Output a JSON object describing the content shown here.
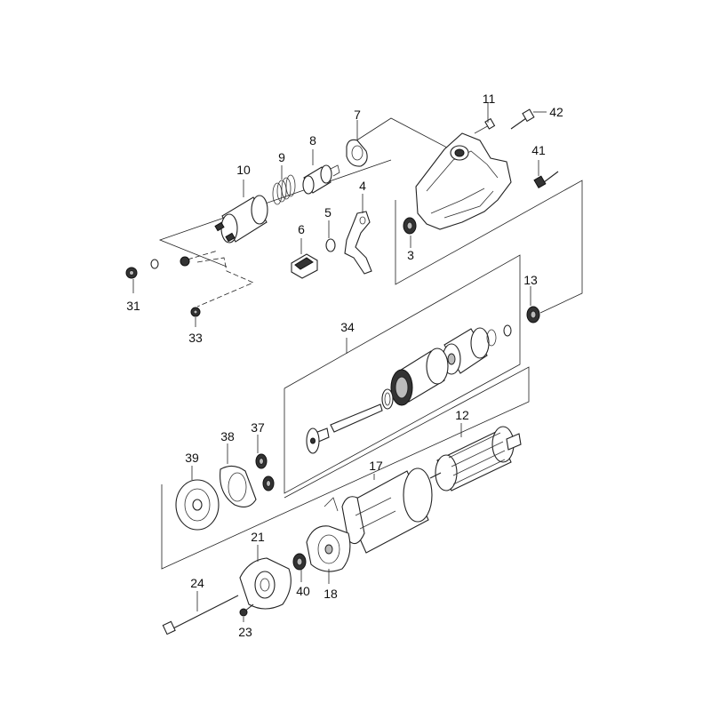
{
  "callouts": [
    {
      "id": "p3",
      "text": "3"
    },
    {
      "id": "p4",
      "text": "4"
    },
    {
      "id": "p5",
      "text": "5"
    },
    {
      "id": "p6",
      "text": "6"
    },
    {
      "id": "p7",
      "text": "7"
    },
    {
      "id": "p8",
      "text": "8"
    },
    {
      "id": "p9",
      "text": "9"
    },
    {
      "id": "p10",
      "text": "10"
    },
    {
      "id": "p11",
      "text": "11"
    },
    {
      "id": "p12",
      "text": "12"
    },
    {
      "id": "p13",
      "text": "13"
    },
    {
      "id": "p17",
      "text": "17"
    },
    {
      "id": "p18",
      "text": "18"
    },
    {
      "id": "p21",
      "text": "21"
    },
    {
      "id": "p23",
      "text": "23"
    },
    {
      "id": "p24",
      "text": "24"
    },
    {
      "id": "p31",
      "text": "31"
    },
    {
      "id": "p33",
      "text": "33"
    },
    {
      "id": "p34",
      "text": "34"
    },
    {
      "id": "p37",
      "text": "37"
    },
    {
      "id": "p38",
      "text": "38"
    },
    {
      "id": "p39",
      "text": "39"
    },
    {
      "id": "p40",
      "text": "40"
    },
    {
      "id": "p41",
      "text": "41"
    },
    {
      "id": "p42",
      "text": "42"
    }
  ]
}
